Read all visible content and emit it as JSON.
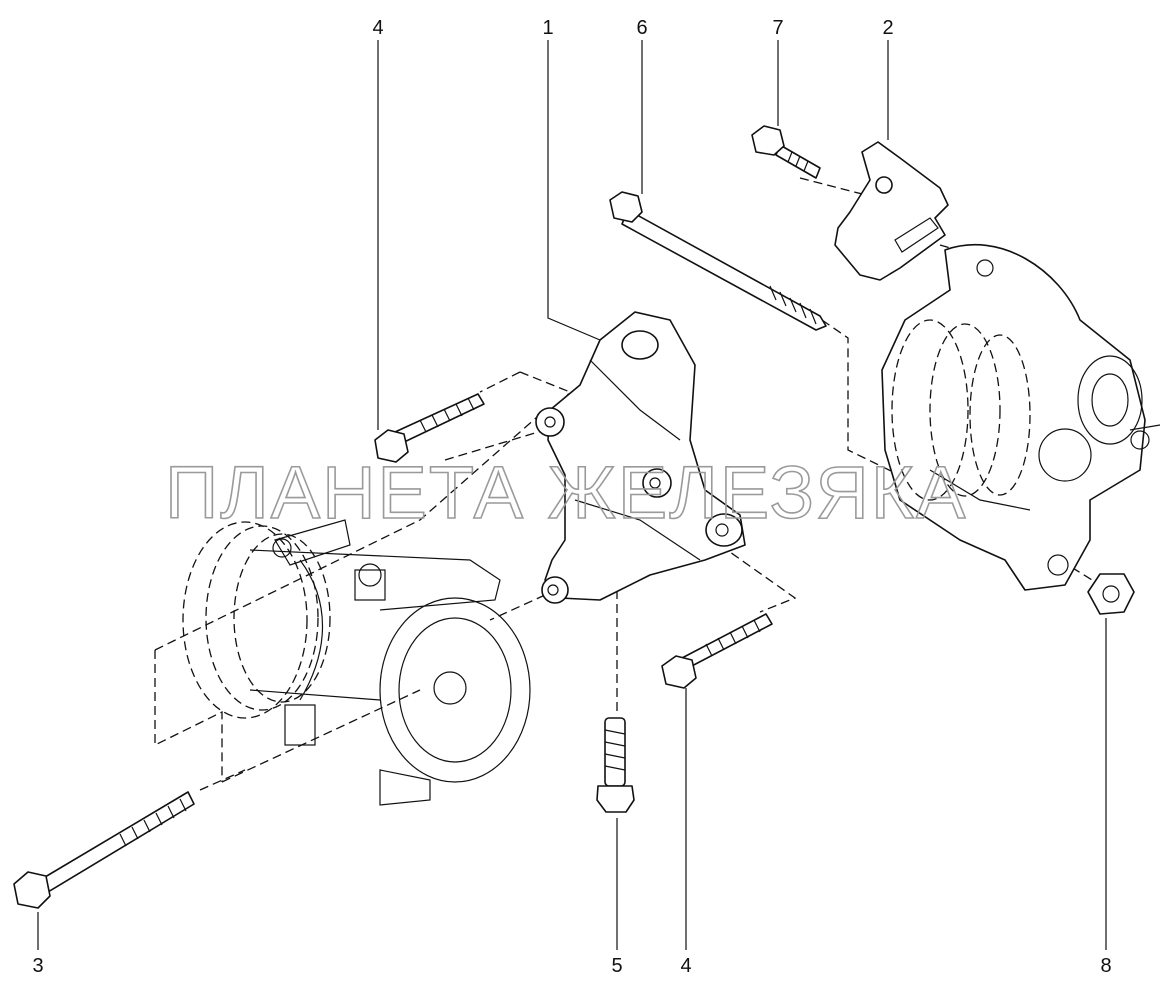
{
  "watermark": "ПЛАНЕТА ЖЕЛЕЗЯКА",
  "callouts": {
    "bracket": "1",
    "alt_bracket": "2",
    "long_bolt_compressor": "3",
    "bolt_upper": "4",
    "bolt_lower": "4",
    "bolt_vertical": "5",
    "long_bolt_top": "6",
    "small_bolt": "7",
    "nut": "8"
  },
  "colors": {
    "line": "#111111",
    "watermark": "#9a9a9a",
    "background": "#ffffff"
  }
}
